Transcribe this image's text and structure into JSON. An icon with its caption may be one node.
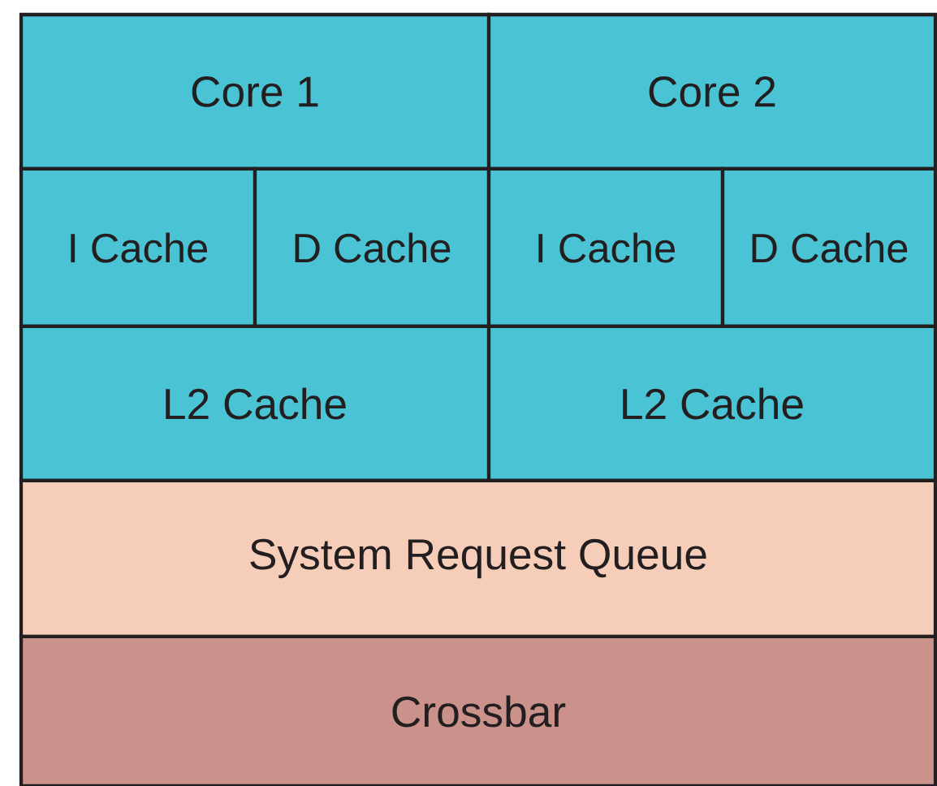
{
  "diagram": {
    "nodes": [
      {
        "text": [
          "Core 1"
        ]
      },
      {
        "text": [
          "Core 2"
        ]
      },
      {
        "text": [
          "I Cache"
        ]
      },
      {
        "text": [
          "D Cache"
        ]
      },
      {
        "text": [
          "I Cache"
        ]
      },
      {
        "text": [
          "D Cache"
        ]
      },
      {
        "text": [
          "L2 Cache"
        ]
      },
      {
        "text": [
          "L2 Cache"
        ]
      },
      {
        "text": [
          "System Request Queue"
        ]
      },
      {
        "text": [
          "Crossbar"
        ]
      }
    ]
  }
}
